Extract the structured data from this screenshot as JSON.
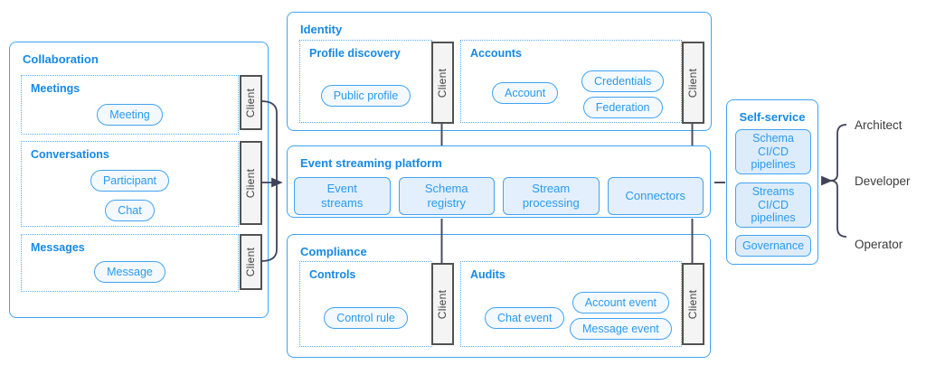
{
  "colors": {
    "accent_blue": "#2a9af0",
    "title_blue": "#1789e6",
    "component_fill": "#e3effc",
    "pill_fill": "#f3f9fe",
    "client_fill": "#f4f4f4",
    "client_border": "#525252",
    "dark_line": "#3e4358"
  },
  "labels": {
    "client": "Client"
  },
  "collaboration": {
    "title": "Collaboration",
    "sections": [
      {
        "title": "Meetings",
        "pills": [
          "Meeting"
        ]
      },
      {
        "title": "Conversations",
        "pills": [
          "Participant",
          "Chat"
        ]
      },
      {
        "title": "Messages",
        "pills": [
          "Message"
        ]
      }
    ]
  },
  "identity": {
    "title": "Identity",
    "profile_discovery": {
      "title": "Profile discovery",
      "pills": [
        "Public profile"
      ]
    },
    "accounts": {
      "title": "Accounts",
      "pill_left": "Account",
      "pills_right": [
        "Credentials",
        "Federation"
      ]
    }
  },
  "event_streaming": {
    "title": "Event streaming platform",
    "components": [
      "Event streams",
      "Schema registry",
      "Stream processing",
      "Connectors"
    ]
  },
  "compliance": {
    "title": "Compliance",
    "controls": {
      "title": "Controls",
      "pills": [
        "Control rule"
      ]
    },
    "audits": {
      "title": "Audits",
      "pill_left": "Chat event",
      "pills_right": [
        "Account event",
        "Message event"
      ]
    }
  },
  "self_service": {
    "title": "Self-service",
    "items": [
      "Schema CI/CD pipelines",
      "Streams CI/CD pipelines",
      "Governance"
    ]
  },
  "personas": [
    "Architect",
    "Developer",
    "Operator"
  ]
}
